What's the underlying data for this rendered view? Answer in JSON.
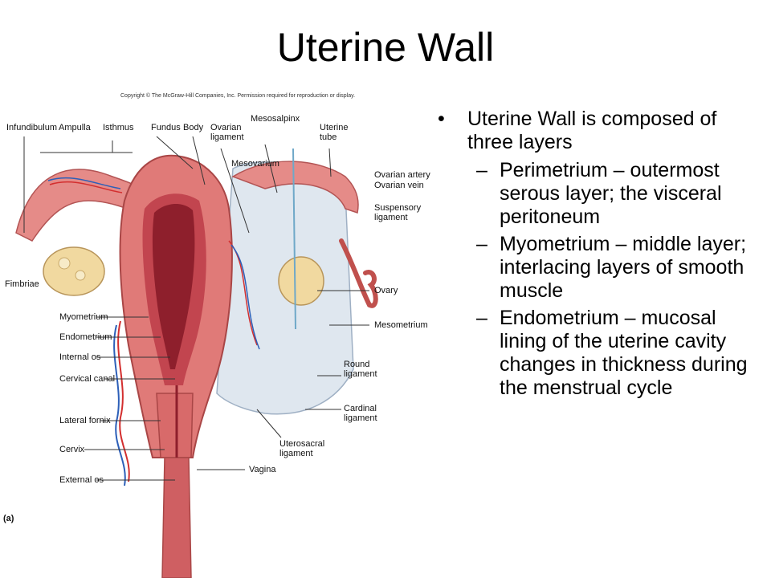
{
  "slide": {
    "title": "Uterine Wall"
  },
  "figure": {
    "copyright": "Copyright © The McGraw-Hill Companies, Inc. Permission required for reproduction or display.",
    "panel": "(a)",
    "labels": {
      "infundibulum": "Infundibulum",
      "ampulla": "Ampulla",
      "isthmus": "Isthmus",
      "fundus": "Fundus",
      "body": "Body",
      "ovarian_ligament_1": "Ovarian",
      "ovarian_ligament_2": "ligament",
      "mesosalpinx": "Mesosalpinx",
      "mesovarium": "Mesovarium",
      "uterine_tube_1": "Uterine",
      "uterine_tube_2": "tube",
      "ovarian_artery": "Ovarian artery",
      "ovarian_vein": "Ovarian vein",
      "suspensory_1": "Suspensory",
      "suspensory_2": "ligament",
      "fimbriae": "Fimbriae",
      "myometrium": "Myometrium",
      "endometrium": "Endometrium",
      "internal_os": "Internal os",
      "cervical_canal": "Cervical canal",
      "lateral_fornix": "Lateral fornix",
      "cervix": "Cervix",
      "external_os": "External os",
      "vagina": "Vagina",
      "ovary": "Ovary",
      "mesometrium": "Mesometrium",
      "round_ligament_1": "Round",
      "round_ligament_2": "ligament",
      "cardinal_ligament_1": "Cardinal",
      "cardinal_ligament_2": "ligament",
      "uterosacral_1": "Uterosacral",
      "uterosacral_2": "ligament"
    }
  },
  "bullets": {
    "main": "Uterine Wall is composed of three layers",
    "items": [
      "Perimetrium – outermost serous layer; the visceral peritoneum",
      "Myometrium – middle layer; interlacing layers of smooth muscle",
      "Endometrium – mucosal lining of the uterine cavity changes in thickness during the menstrual cycle"
    ],
    "bullet_glyph": "•",
    "dash_glyph": "–"
  },
  "colors": {
    "uterus_outer": "#e07a78",
    "uterus_cavity": "#8e1f2c",
    "endometrium": "#c2454f",
    "broad_ligament": "#dfe7ef",
    "ovary": "#f1d9a0",
    "artery": "#d32f2f",
    "vein": "#2d5fb8"
  }
}
